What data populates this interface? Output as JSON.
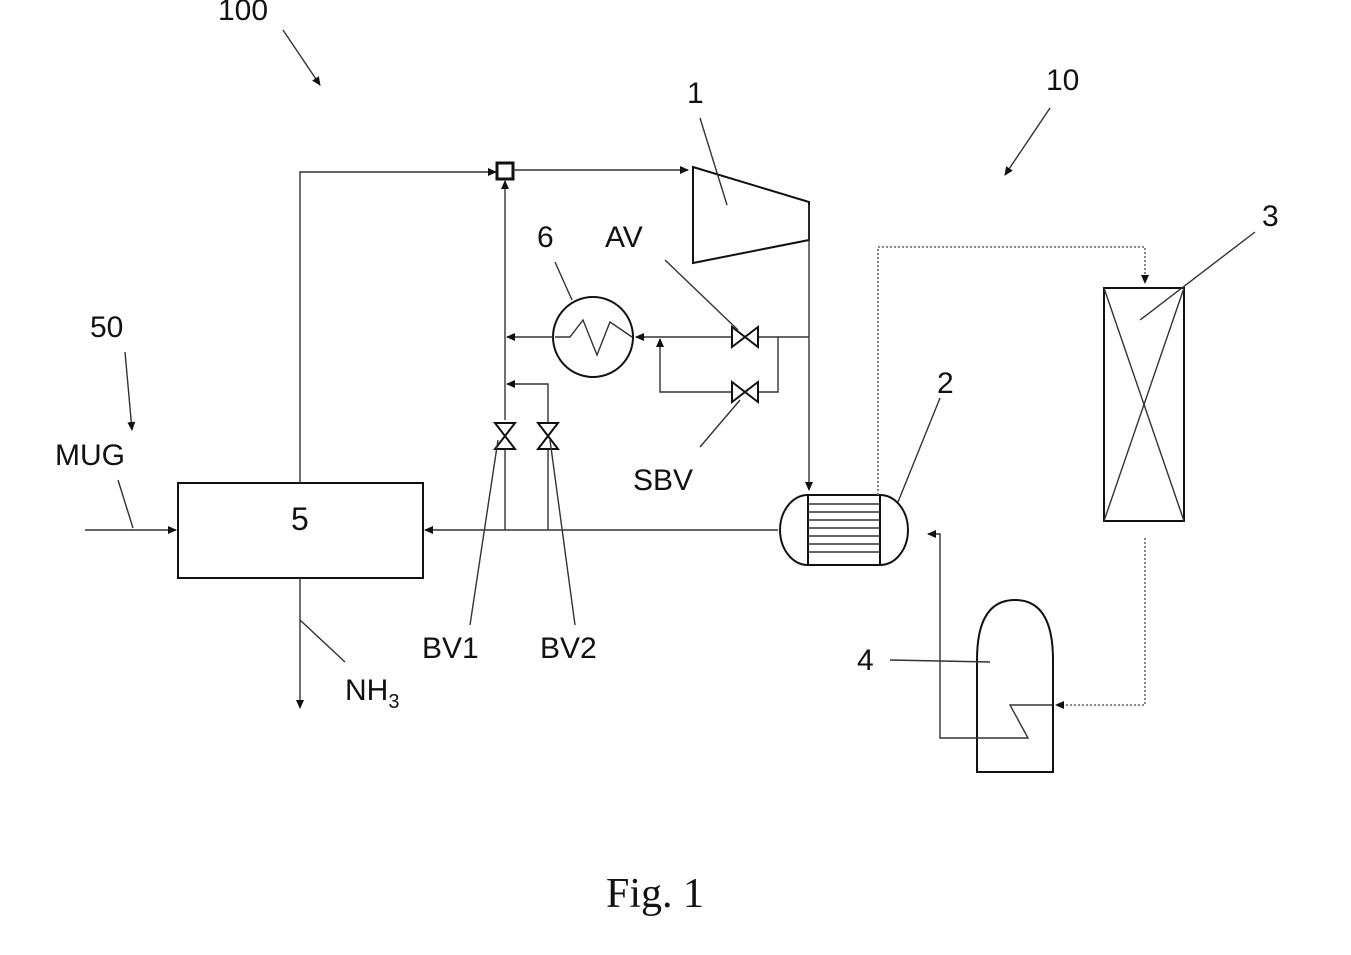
{
  "labels": {
    "ref_100": "100",
    "ref_10": "10",
    "ref_50": "50",
    "compressor": "1",
    "heat_exchanger": "2",
    "reactor": "3",
    "boiler": "4",
    "unit_5": "5",
    "heater": "6",
    "av": "AV",
    "sbv": "SBV",
    "bv1": "BV1",
    "bv2": "BV2",
    "mug": "MUG",
    "nh3_main": "NH",
    "nh3_sub": "3"
  },
  "caption": "Fig. 1"
}
